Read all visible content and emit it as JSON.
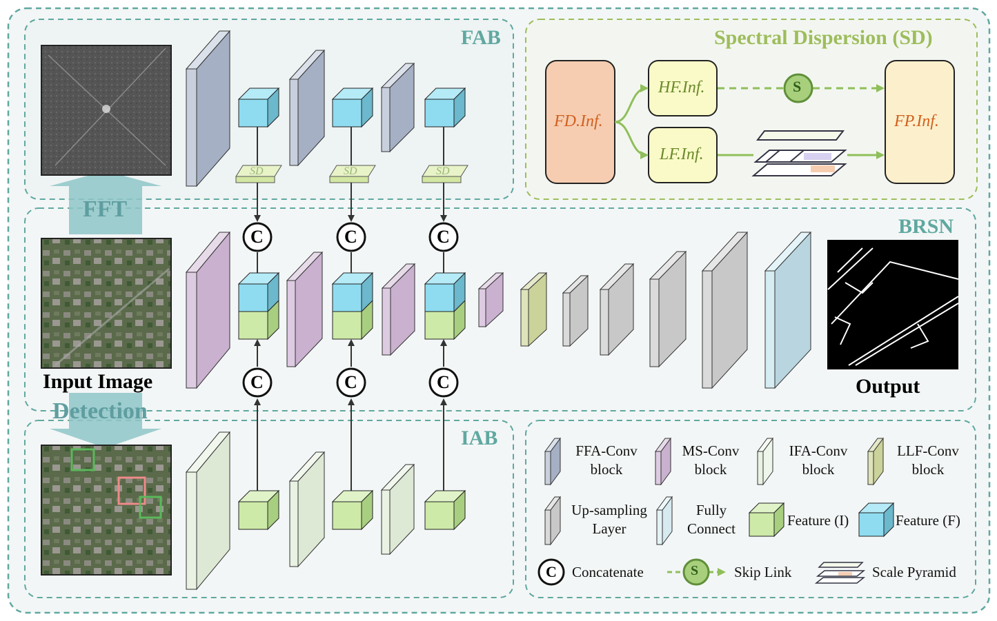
{
  "sections": {
    "fab": "FAB",
    "brsn": "BRSN",
    "iab": "IAB",
    "sd": "Spectral Dispersion (SD)"
  },
  "arrows": {
    "fft": "FFT",
    "detection": "Detection"
  },
  "images": {
    "input_label": "Input Image",
    "output_label": "Output"
  },
  "sd_tag": "SD",
  "concat_symbol": "C",
  "skip_symbol": "S",
  "sd_diagram": {
    "fd": "FD.Inf.",
    "hf": "HF.Inf.",
    "lf": "LF.Inf.",
    "fp": "FP.Inf."
  },
  "legend": {
    "ffa_conv": [
      "FFA-Conv",
      "block"
    ],
    "ms_conv": [
      "MS-Conv",
      "block"
    ],
    "ifa_conv": [
      "IFA-Conv",
      "block"
    ],
    "llf_conv": [
      "LLF-Conv",
      "block"
    ],
    "upsampling": [
      "Up-sampling",
      "Layer"
    ],
    "fully_connect": [
      "Fully",
      "Connect"
    ],
    "feature_i": "Feature (I)",
    "feature_f": "Feature (F)",
    "concatenate": "Concatenate",
    "skip_link": "Skip Link",
    "scale_pyramid": "Scale Pyramid"
  },
  "colors": {
    "frame": "#5fa8a0",
    "sd_frame": "#9dbd5c",
    "ffa_conv": "#a5b0c4",
    "ms_conv": "#c9b1cf",
    "ifa_conv": "#dde8d5",
    "llf_conv": "#cbd29a",
    "upsampling": "#c8c8c8",
    "fully_connect": "#b9d5e0",
    "feature_i": "#cdeaa8",
    "feature_f": "#8fdcf0"
  }
}
